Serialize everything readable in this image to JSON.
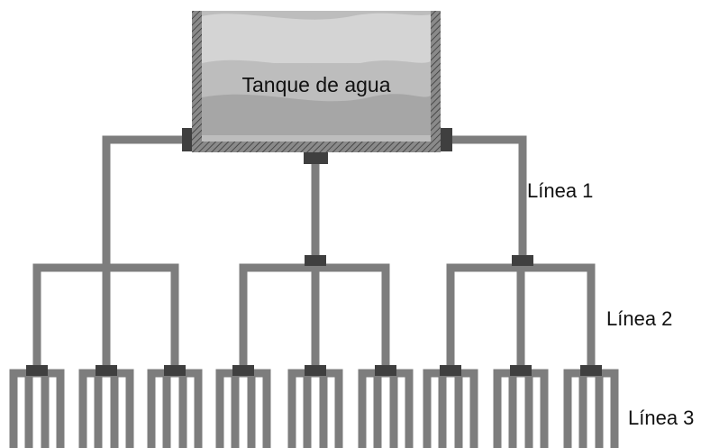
{
  "tank": {
    "label": "Tanque de agua"
  },
  "levels": [
    {
      "label": "Línea 1"
    },
    {
      "label": "Línea 2"
    },
    {
      "label": "Línea 3"
    }
  ],
  "colors": {
    "pipe": "#7d7d7d",
    "connector": "#3f3f3f",
    "tank_frame": "#6f6f6f",
    "water_light": "#d4d4d4",
    "water_mid": "#bdbdbd",
    "water_dark": "#a6a6a6"
  }
}
